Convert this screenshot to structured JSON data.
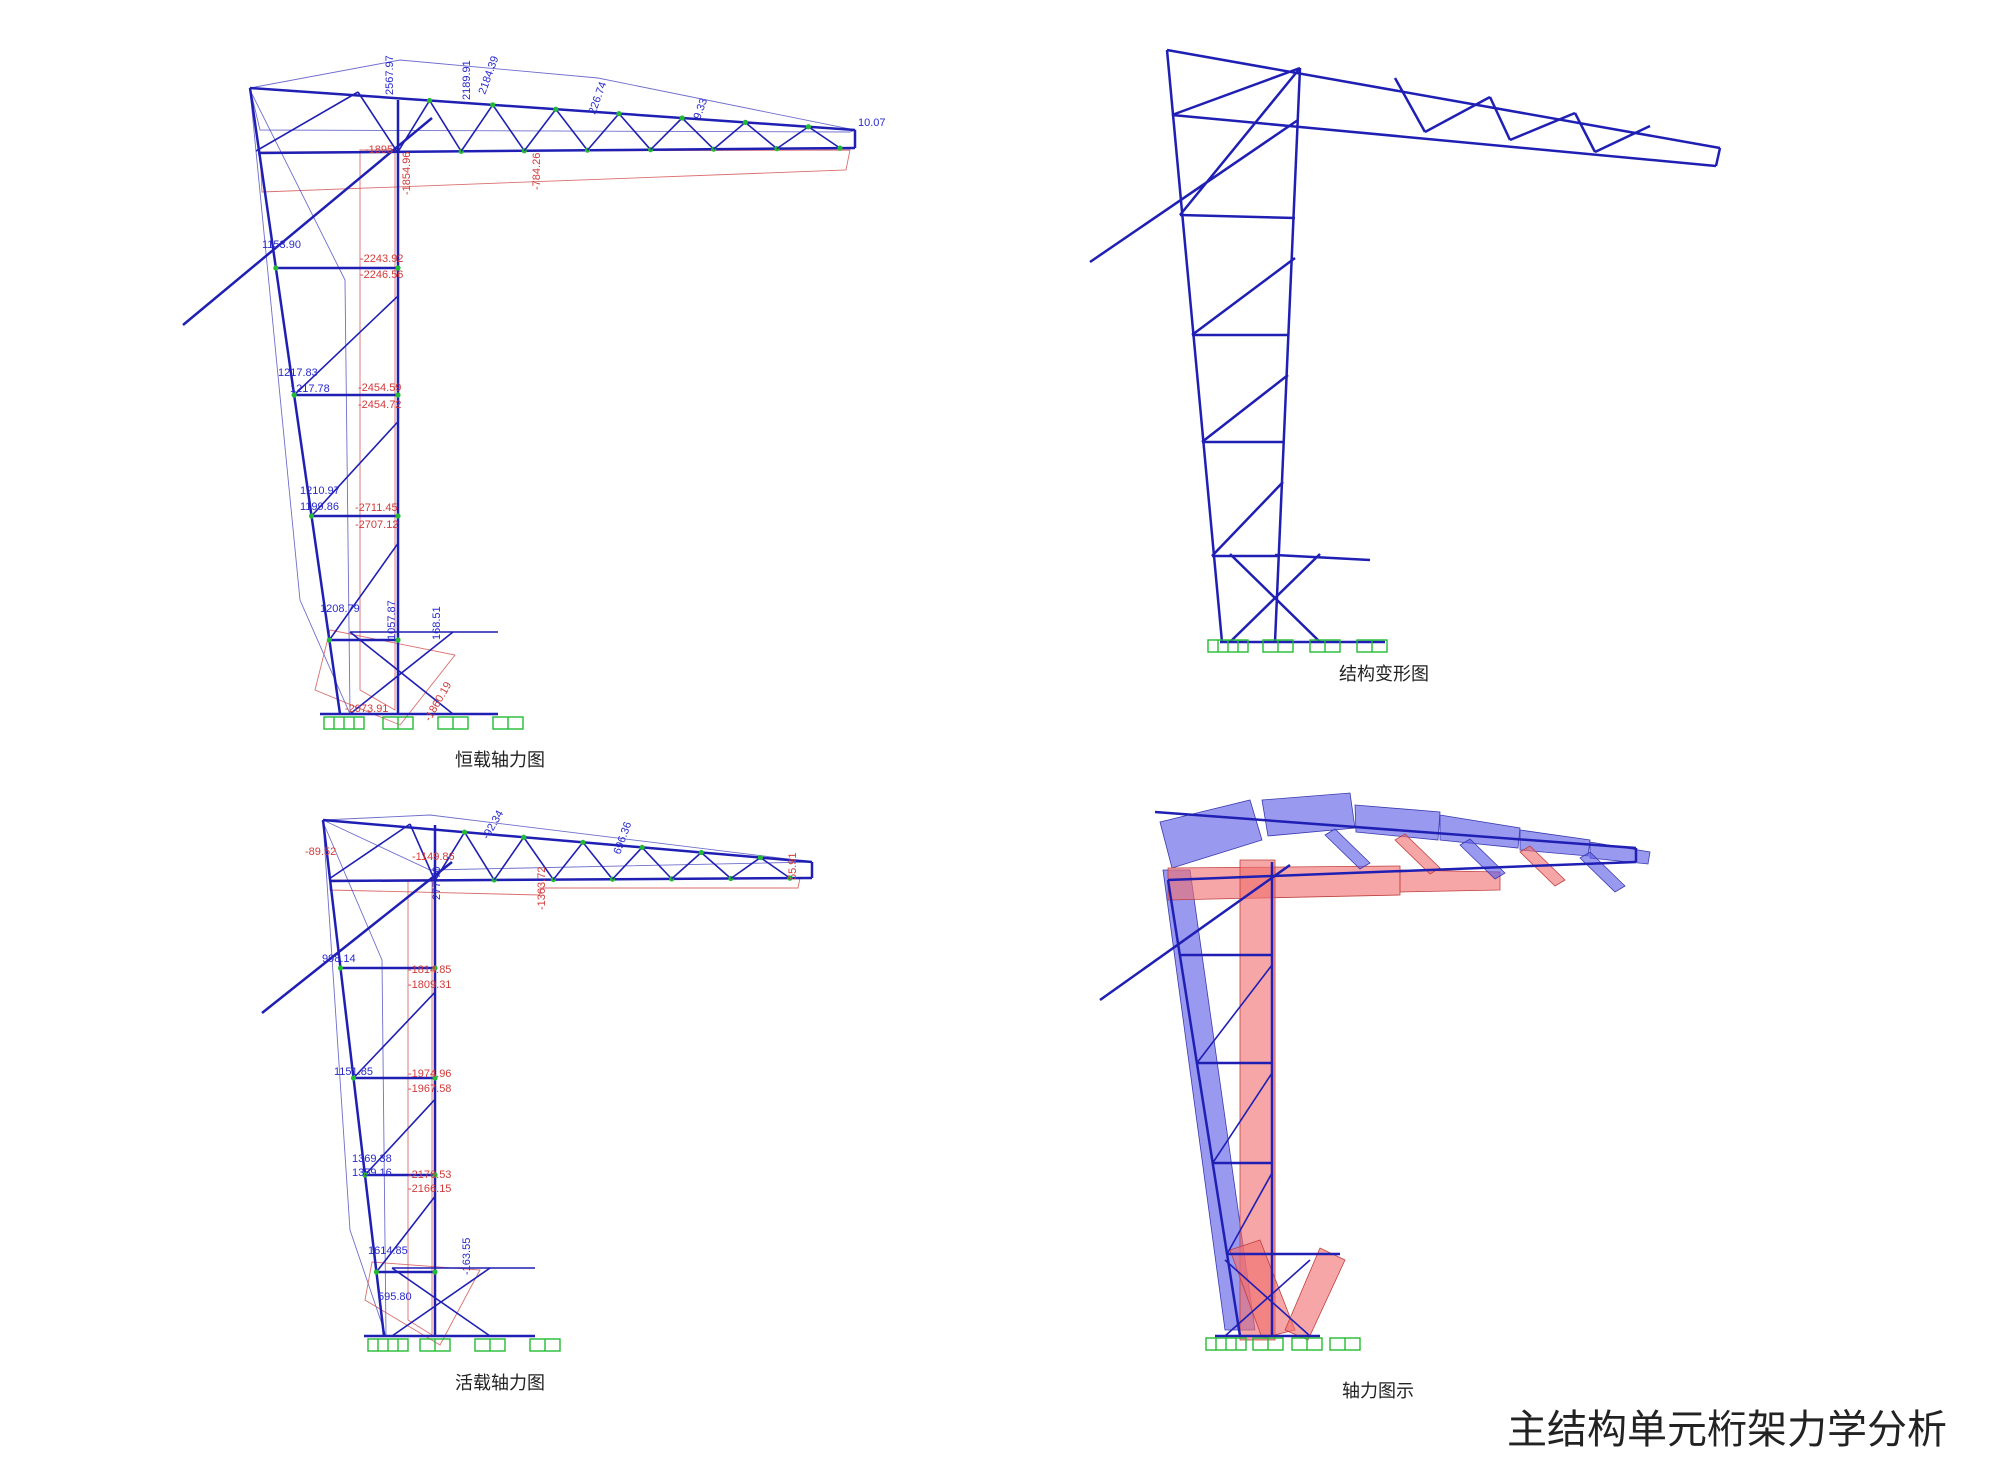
{
  "title": "主结构单元桁架力学分析",
  "panels": {
    "dead_load": {
      "caption": "恒载轴力图",
      "labels_blue": [
        "2567.97",
        "2189.91",
        "2184.39",
        "226.74",
        "9.33",
        "10.07",
        "1153.90",
        "1217.83",
        "1217.78",
        "1210.97",
        "1199.86",
        "1208.79",
        "168.51",
        "1057.87"
      ],
      "labels_red": [
        "-1895",
        "-2243.92",
        "-2246.56",
        "-2454.59",
        "-2454.72",
        "-2711.45",
        "-2707.12",
        "-2073.91",
        "-1860.19",
        "-784.26",
        "-1854.96"
      ]
    },
    "deformation": {
      "caption": "结构变形图"
    },
    "live_load": {
      "caption": "活载轴力图",
      "labels_blue": [
        "-92.34",
        "696.36",
        "277.70",
        "998.14",
        "1151.85",
        "1359.16",
        "1369.38",
        "1614.85",
        "-163.55",
        "595.80"
      ],
      "labels_red": [
        "-89.52",
        "-1149.86",
        "-1814.85",
        "-1809.31",
        "-1974.96",
        "-1967.58",
        "-2176.53",
        "-2166.15",
        "-1363.72",
        "55.91"
      ]
    },
    "axial_illustration": {
      "caption": "轴力图示"
    }
  }
}
